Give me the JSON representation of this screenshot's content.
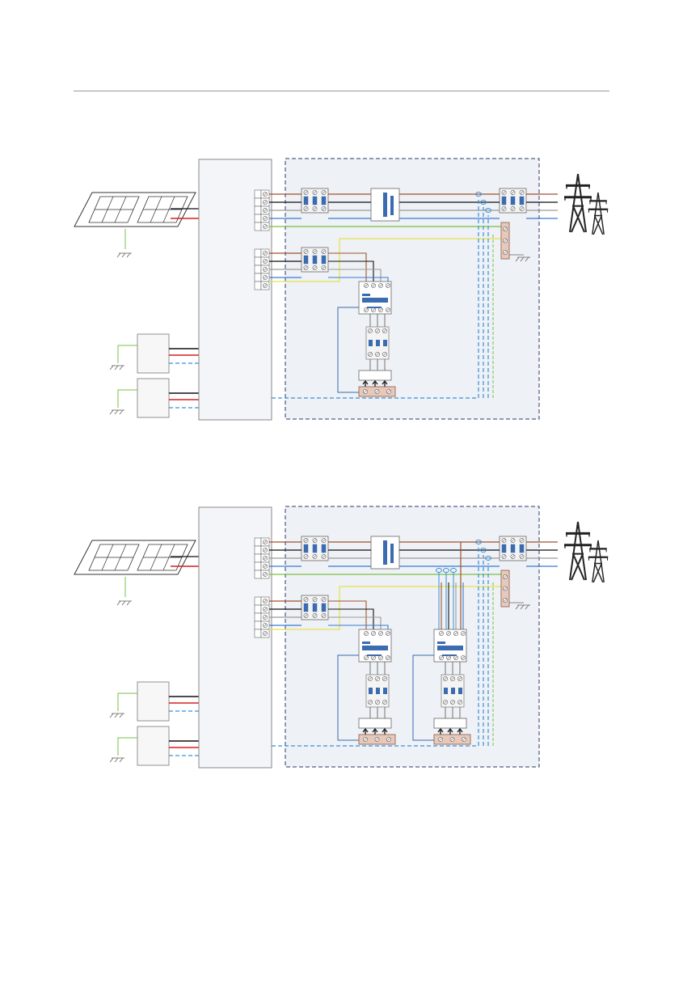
{
  "colors": {
    "L1": "#a0522d",
    "L2": "#111111",
    "L3": "#9a9a9a",
    "N": "#3a7bd5",
    "PE": "#7ac143",
    "PE_alt": "#e6e24a",
    "dc_pos": "#d62020",
    "dc_neg": "#111111",
    "comm": "#3a8fd9",
    "device_blue": "#3b6bb0",
    "busbar": "#e8c9b9",
    "panel_fill": "#eef1f5",
    "panel_border": "#2b3a6b"
  },
  "diagrams": [
    {
      "id": "single-meter",
      "meter_count": 1
    },
    {
      "id": "dual-meter",
      "meter_count": 2
    }
  ],
  "icons": [
    "solar-panel-icon",
    "utility-pylon-icon",
    "ground-icon",
    "battery-module-icon"
  ]
}
